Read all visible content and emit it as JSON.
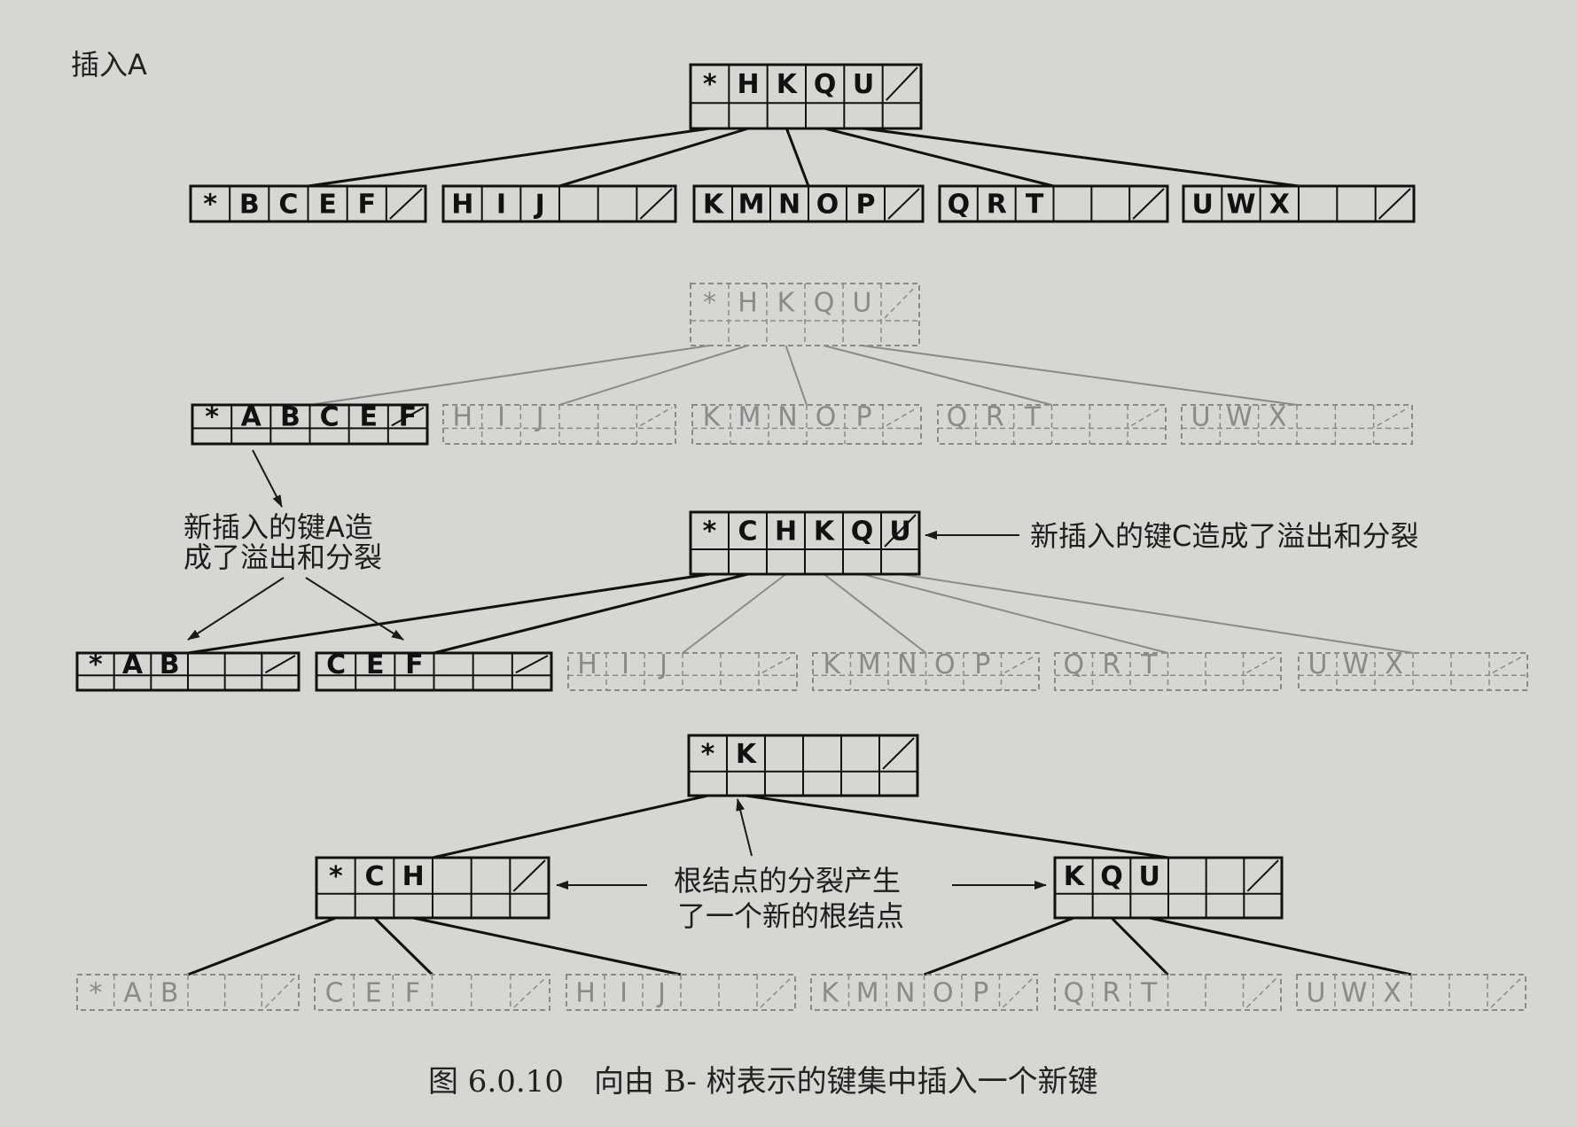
{
  "step_label": "插入A",
  "caption": "图 6.0.10　向由 B- 树表示的键集中插入一个新键",
  "annotations": {
    "overflow_a": [
      "新插入的键A造",
      "成了溢出和分裂"
    ],
    "overflow_c": "新插入的键C造成了溢出和分裂",
    "root_split": [
      "根结点的分裂产生",
      "了一个新的根结点"
    ]
  },
  "diagram": {
    "stage1": {
      "root": [
        "*",
        "H",
        "K",
        "Q",
        "U"
      ],
      "children": [
        [
          "*",
          "B",
          "C",
          "E",
          "F"
        ],
        [
          "H",
          "I",
          "J"
        ],
        [
          "K",
          "M",
          "N",
          "O",
          "P"
        ],
        [
          "Q",
          "R",
          "T"
        ],
        [
          "U",
          "W",
          "X"
        ]
      ]
    },
    "stage2": {
      "root": [
        "*",
        "H",
        "K",
        "Q",
        "U"
      ],
      "children": [
        [
          "*",
          "A",
          "B",
          "C",
          "E",
          "F"
        ],
        [
          "H",
          "I",
          "J"
        ],
        [
          "K",
          "M",
          "N",
          "O",
          "P"
        ],
        [
          "Q",
          "R",
          "T"
        ],
        [
          "U",
          "W",
          "X"
        ]
      ]
    },
    "stage3": {
      "root": [
        "*",
        "C",
        "H",
        "K",
        "Q",
        "U"
      ],
      "children": [
        [
          "*",
          "A",
          "B"
        ],
        [
          "C",
          "E",
          "F"
        ],
        [
          "H",
          "I",
          "J"
        ],
        [
          "K",
          "M",
          "N",
          "O",
          "P"
        ],
        [
          "Q",
          "R",
          "T"
        ],
        [
          "U",
          "W",
          "X"
        ]
      ]
    },
    "stage4": {
      "root": [
        "*",
        "K"
      ],
      "internal": [
        [
          "*",
          "C",
          "H"
        ],
        [
          "K",
          "Q",
          "U"
        ]
      ],
      "leaves": [
        [
          "*",
          "A",
          "B"
        ],
        [
          "C",
          "E",
          "F"
        ],
        [
          "H",
          "I",
          "J"
        ],
        [
          "K",
          "M",
          "N",
          "O",
          "P"
        ],
        [
          "Q",
          "R",
          "T"
        ],
        [
          "U",
          "W",
          "X"
        ]
      ]
    }
  },
  "colors": {
    "ink": "#111111",
    "faded": "#8a8a8a",
    "background": "#d6d6d2"
  }
}
